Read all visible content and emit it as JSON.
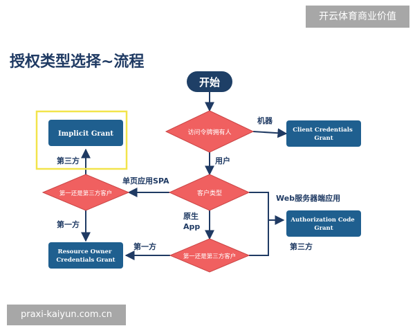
{
  "watermarks": {
    "top": "开云体育商业价值",
    "bottom": "praxi-kaiyun.com.cn"
  },
  "slide": {
    "title": "授权类型选择~流程"
  },
  "diagram": {
    "start": "开始",
    "decisions": {
      "token_owner": "访问令牌拥有人",
      "client_type": "客户类型",
      "party_left": "第一还是第三方客户",
      "party_bottom": "第一还是第三方客户"
    },
    "grants": {
      "implicit": "Implicit Grant",
      "client_credentials": "Client Credentials Grant",
      "authorization_code": "Authorization Code Grant",
      "resource_owner": "Resource Owner Credentials Grant"
    },
    "labels": {
      "machine": "机器",
      "user": "用户",
      "spa": "单页应用SPA",
      "web": "Web服务器端应用",
      "native": "原生App",
      "third_party_left": "第三方",
      "first_party_left": "第一方",
      "first_party_bottom": "第一方",
      "third_party_right": "第三方"
    },
    "colors": {
      "title": "#1f3a63",
      "start_fill": "#1e3f66",
      "decision_fill": "#f06060",
      "decision_stroke": "#c94444",
      "grant_fill": "#1f5f8f",
      "highlight": "#f2e44b",
      "line": "#1f3a63"
    }
  }
}
